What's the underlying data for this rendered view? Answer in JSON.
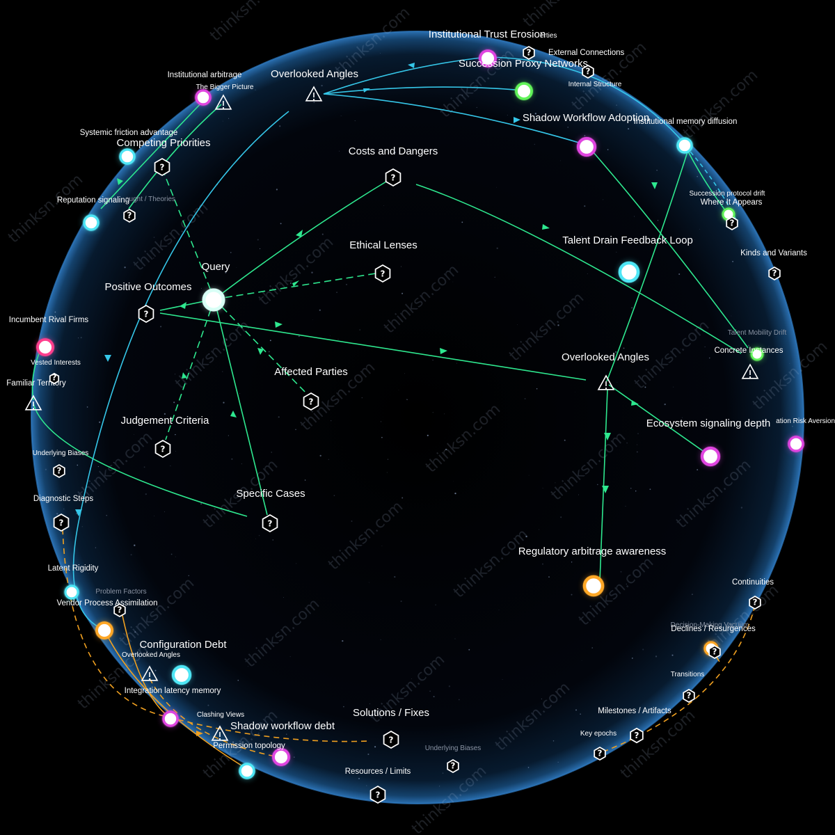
{
  "watermark": "thinksn.com",
  "colors": {
    "background": "#000000",
    "sphere_edge": "#2a6fb0",
    "edge_green": "#2ee88f",
    "edge_cyan": "#35c6e8",
    "edge_orange": "#f0a020",
    "node_cyan": "#4fe6f5",
    "node_magenta": "#e045e0",
    "node_green": "#62f35a",
    "node_orange": "#ffa726",
    "node_pink": "#ff3f8e",
    "node_white": "#d9fff6"
  },
  "nodes": [
    {
      "id": "query",
      "label": "Query",
      "kind": "circle",
      "color": "#d9fff6",
      "size": "large"
    },
    {
      "id": "positive-outcomes",
      "label": "Positive Outcomes",
      "kind": "hex"
    },
    {
      "id": "costs-and-dangers",
      "label": "Costs and Dangers",
      "kind": "hex"
    },
    {
      "id": "ethical-lenses",
      "label": "Ethical Lenses",
      "kind": "hex"
    },
    {
      "id": "affected-parties",
      "label": "Affected Parties",
      "kind": "hex"
    },
    {
      "id": "judgement-criteria",
      "label": "Judgement Criteria",
      "kind": "hex"
    },
    {
      "id": "specific-cases",
      "label": "Specific Cases",
      "kind": "hex"
    },
    {
      "id": "overlooked-angles-center",
      "label": "Overlooked Angles",
      "kind": "warning"
    },
    {
      "id": "overlooked-angles-top",
      "label": "Overlooked Angles",
      "kind": "warning"
    },
    {
      "id": "talent-drain-feedback-loop",
      "label": "Talent Drain Feedback Loop",
      "kind": "circle",
      "color": "#4fe6f5",
      "size": "large"
    },
    {
      "id": "ecosystem-signaling-depth",
      "label": "Ecosystem signaling depth",
      "kind": "circle",
      "color": "#e045e0"
    },
    {
      "id": "regulatory-arbitrage-awareness",
      "label": "Regulatory arbitrage awareness",
      "kind": "circle",
      "color": "#ffa726"
    },
    {
      "id": "institutional-trust-erosion",
      "label": "Institutional Trust Erosion",
      "kind": "circle",
      "color": "#e045e0"
    },
    {
      "id": "erties",
      "label": "erties",
      "kind": "text"
    },
    {
      "id": "external-connections",
      "label": "External Connections",
      "kind": "hex"
    },
    {
      "id": "succession-proxy-networks",
      "label": "Succession Proxy Networks",
      "kind": "circle",
      "color": "#62f35a"
    },
    {
      "id": "internal-structure",
      "label": "Internal Structure",
      "kind": "hex"
    },
    {
      "id": "shadow-workflow-adoption",
      "label": "Shadow Workflow Adoption",
      "kind": "circle",
      "color": "#e045e0"
    },
    {
      "id": "institutional-memory-diffusion",
      "label": "Institutional memory diffusion",
      "kind": "circle",
      "color": "#4fe6f5"
    },
    {
      "id": "succession-protocol-drift",
      "label": "Succession protocol drift",
      "kind": "circle",
      "color": "#62f35a"
    },
    {
      "id": "where-it-appears",
      "label": "Where It Appears",
      "kind": "hex"
    },
    {
      "id": "kinds-and-variants",
      "label": "Kinds and Variants",
      "kind": "hex"
    },
    {
      "id": "talent-mobility-drift",
      "label": "Talent Mobility Drift",
      "kind": "circle",
      "color": "#62f35a"
    },
    {
      "id": "concrete-instances",
      "label": "Concrete Instances",
      "kind": "warning"
    },
    {
      "id": "reputation-risk-aversion",
      "label": "ation Risk Aversion",
      "kind": "circle",
      "color": "#e045e0"
    },
    {
      "id": "continuities",
      "label": "Continuities",
      "kind": "hex"
    },
    {
      "id": "decision-making-vacuum",
      "label": "Decision-Making Vacuum",
      "kind": "circle",
      "color": "#ffa726"
    },
    {
      "id": "declines-resurgences",
      "label": "Declines / Resurgences",
      "kind": "hex"
    },
    {
      "id": "transitions",
      "label": "Transitions",
      "kind": "hex"
    },
    {
      "id": "milestones-artifacts",
      "label": "Milestones / Artifacts",
      "kind": "hex"
    },
    {
      "id": "key-epochs",
      "label": "Key epochs",
      "kind": "hex"
    },
    {
      "id": "solutions-fixes",
      "label": "Solutions / Fixes",
      "kind": "hex"
    },
    {
      "id": "underlying-biases-bottom",
      "label": "Underlying Biases",
      "kind": "hex"
    },
    {
      "id": "resources-limits",
      "label": "Resources / Limits",
      "kind": "hex"
    },
    {
      "id": "shadow-workflow-debt",
      "label": "Shadow workflow debt",
      "kind": "warning"
    },
    {
      "id": "permission-topology",
      "label": "Permission topology",
      "kind": "circle",
      "color": "#e045e0"
    },
    {
      "id": "clashing-views",
      "label": "Clashing Views",
      "kind": "circle",
      "color": "#e045e0"
    },
    {
      "id": "integration-latency-memory",
      "label": "Integration latency memory",
      "kind": "circle",
      "color": "#4fe6f5"
    },
    {
      "id": "configuration-debt",
      "label": "Configuration Debt",
      "kind": "circle",
      "color": "#4fe6f5"
    },
    {
      "id": "overlooked-angles-bl",
      "label": "Overlooked Angles",
      "kind": "warning"
    },
    {
      "id": "vendor-process-assimilation",
      "label": "Vendor Process Assimilation",
      "kind": "circle",
      "color": "#ffa726"
    },
    {
      "id": "problem-factors",
      "label": "Problem Factors",
      "kind": "hex"
    },
    {
      "id": "latent-rigidity",
      "label": "Latent Rigidity",
      "kind": "circle",
      "color": "#4fe6f5"
    },
    {
      "id": "diagnostic-steps",
      "label": "Diagnostic Steps",
      "kind": "hex"
    },
    {
      "id": "underlying-biases-left",
      "label": "Underlying Biases",
      "kind": "hex"
    },
    {
      "id": "familiar-territory",
      "label": "Familiar Territory",
      "kind": "warning"
    },
    {
      "id": "vested-interests",
      "label": "Vested Interests",
      "kind": "hex"
    },
    {
      "id": "incumbent-rival-firms",
      "label": "Incumbent Rival Firms",
      "kind": "circle",
      "color": "#ff3f8e"
    },
    {
      "id": "reputation-signaling",
      "label": "Reputation signaling",
      "kind": "circle",
      "color": "#4fe6f5"
    },
    {
      "id": "thought-theories",
      "label": "ought / Theories",
      "kind": "hex"
    },
    {
      "id": "systemic-friction-advantage",
      "label": "Systemic friction advantage",
      "kind": "circle",
      "color": "#4fe6f5"
    },
    {
      "id": "competing-priorities",
      "label": "Competing Priorities",
      "kind": "hex"
    },
    {
      "id": "institutional-arbitrage",
      "label": "Institutional arbitrage",
      "kind": "circle",
      "color": "#e045e0"
    },
    {
      "id": "the-bigger-picture",
      "label": "The Bigger Picture",
      "kind": "warning"
    }
  ]
}
